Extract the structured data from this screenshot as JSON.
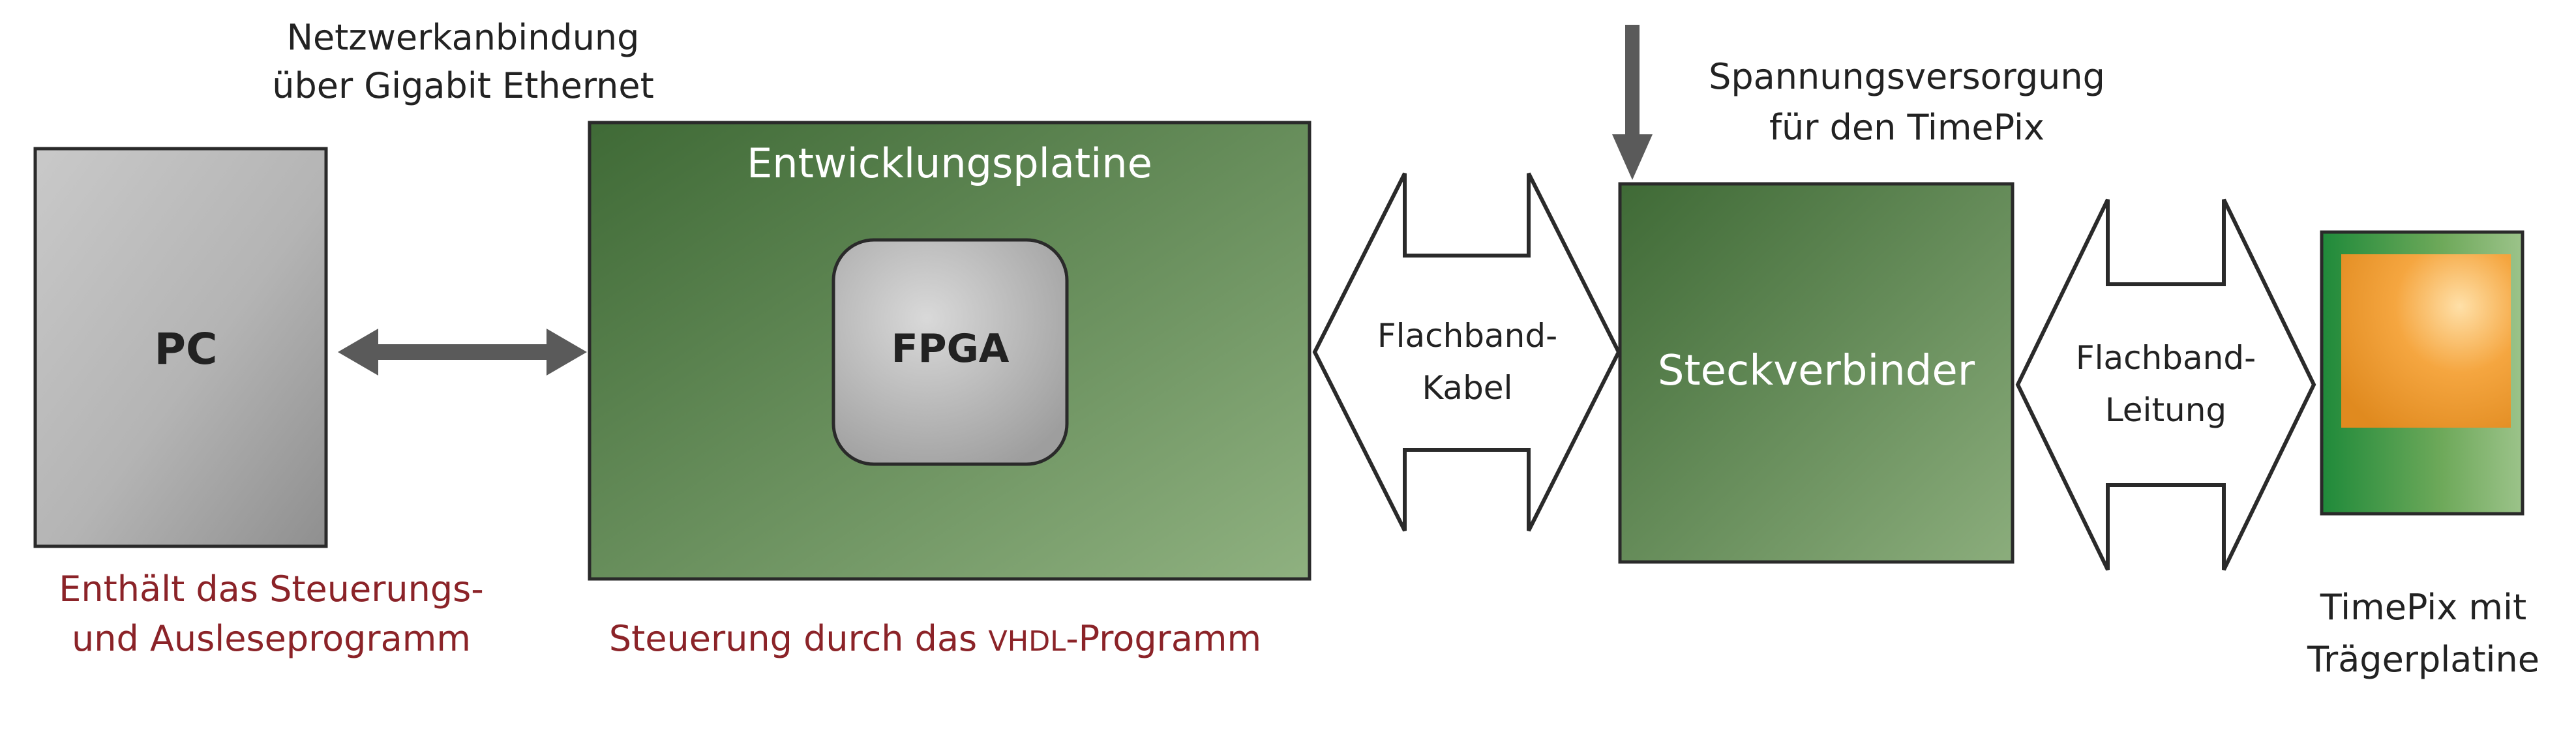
{
  "labels": {
    "network_line1": "Netzwerkanbindung",
    "network_line2": "über Gigabit Ethernet",
    "pc": "PC",
    "pc_caption_line1": "Enthält das Steuerungs-",
    "pc_caption_line2": "und Ausleseprogramm",
    "board_title": "Entwicklungsplatine",
    "fpga": "FPGA",
    "board_caption_prefix": "Steuerung durch das ",
    "board_caption_vhdl": "VHDL",
    "board_caption_suffix": "-Programm",
    "cable_line1": "Flachband-",
    "cable_line2": "Kabel",
    "power_line1": "Spannungsversorgung",
    "power_line2": "für den TimePix",
    "connector": "Steckverbinder",
    "lead_line1": "Flachband-",
    "lead_line2": "Leitung",
    "timepix_line1": "TimePix mit",
    "timepix_line2": "Trägerplatine"
  },
  "colors": {
    "pc_box": "#b8b8b8",
    "board_green_dark": "#3f6b37",
    "board_green_light": "#8daf7e",
    "caption_red": "#8b2328",
    "text_dark": "#222222",
    "arrow_gray": "#5a5a5a",
    "chip_orange": "#f2a03a"
  }
}
